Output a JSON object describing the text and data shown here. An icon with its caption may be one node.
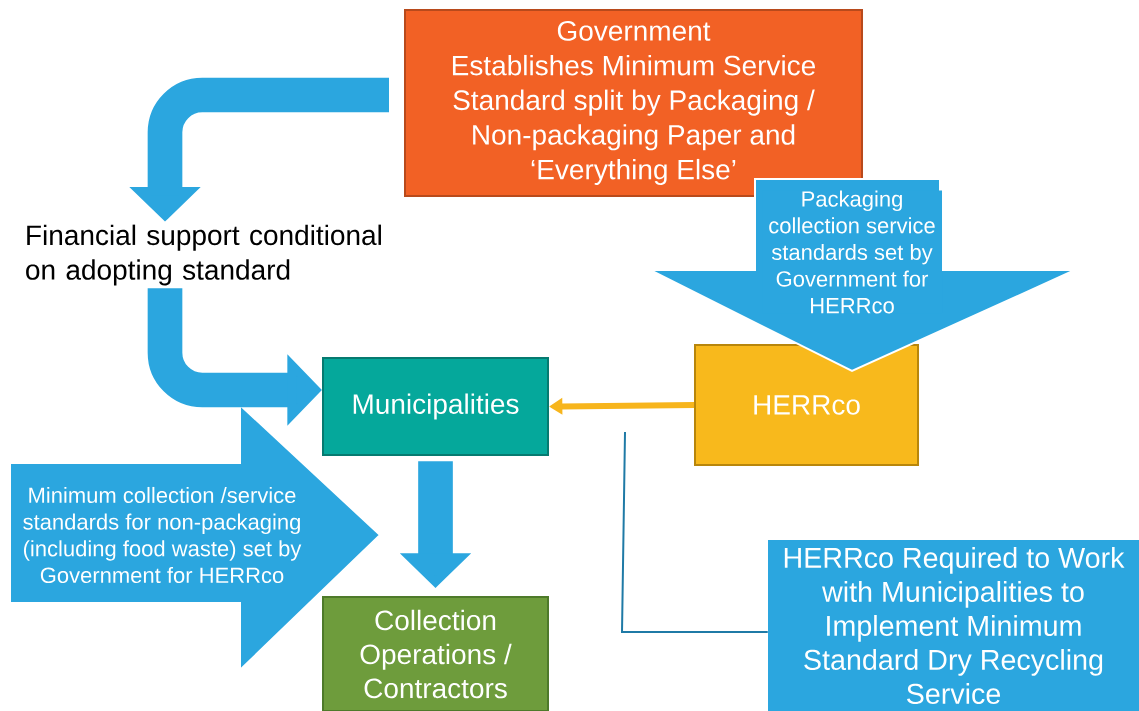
{
  "diagram": {
    "nodes": [
      {
        "text": [
          "Government",
          "Establishes Minimum Service Standard split by Packaging / Non-packaging Paper and ‘Everything Else’"
        ]
      },
      {
        "text": [
          "Financial support conditional on adopting standard"
        ]
      },
      {
        "text": [
          "Municipalities"
        ]
      },
      {
        "text": [
          "HERRco"
        ]
      },
      {
        "text": [
          "Collection Operations / Contractors"
        ]
      },
      {
        "text": [
          "Minimum collection /service standards for non-packaging (including food waste) set by Government for HERRco"
        ]
      },
      {
        "text": [
          "HERRco Required to Work with Municipalities to Implement Minimum Standard Dry Recycling Service"
        ]
      }
    ],
    "edges": [
      {
        "from": 0,
        "to": 1,
        "arrow": "to"
      },
      {
        "from": 1,
        "to": 2,
        "arrow": "to"
      },
      {
        "from": 3,
        "to": 2,
        "arrow": "to",
        "color": "#f7b51c"
      },
      {
        "from": 2,
        "to": 4,
        "arrow": "to"
      },
      {
        "from": 6,
        "to": null,
        "arrow": "none",
        "color": "#1f7aa6"
      },
      {
        "from": 0,
        "to": 3,
        "arrow": "to",
        "style": "thick",
        "label": "Packaging collection service standards set by Government for HERRco"
      }
    ]
  }
}
